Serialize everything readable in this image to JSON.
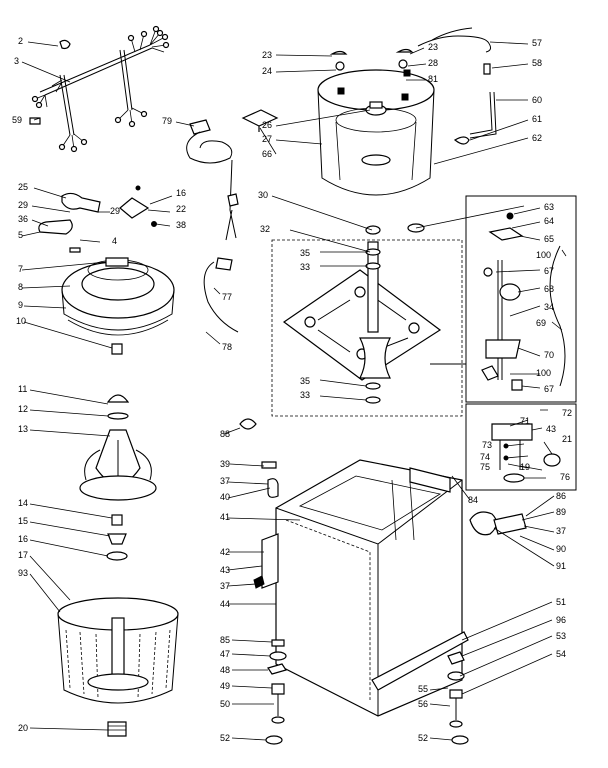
{
  "labels": [
    {
      "id": "p2",
      "text": "2"
    },
    {
      "id": "p3",
      "text": "3"
    },
    {
      "id": "p59",
      "text": "59"
    },
    {
      "id": "p25",
      "text": "25"
    },
    {
      "id": "p29a",
      "text": "29"
    },
    {
      "id": "p36",
      "text": "36"
    },
    {
      "id": "p5",
      "text": "5"
    },
    {
      "id": "p29b",
      "text": "29"
    },
    {
      "id": "p4",
      "text": "4"
    },
    {
      "id": "p7",
      "text": "7"
    },
    {
      "id": "p8",
      "text": "8"
    },
    {
      "id": "p9",
      "text": "9"
    },
    {
      "id": "p10",
      "text": "10"
    },
    {
      "id": "p16a",
      "text": "16"
    },
    {
      "id": "p22",
      "text": "22"
    },
    {
      "id": "p38",
      "text": "38"
    },
    {
      "id": "p79",
      "text": "79"
    },
    {
      "id": "p77",
      "text": "77"
    },
    {
      "id": "p78",
      "text": "78"
    },
    {
      "id": "p11",
      "text": "11"
    },
    {
      "id": "p12",
      "text": "12"
    },
    {
      "id": "p13",
      "text": "13"
    },
    {
      "id": "p14",
      "text": "14"
    },
    {
      "id": "p15",
      "text": "15"
    },
    {
      "id": "p16b",
      "text": "16"
    },
    {
      "id": "p17",
      "text": "17"
    },
    {
      "id": "p93",
      "text": "93"
    },
    {
      "id": "p20",
      "text": "20"
    },
    {
      "id": "p23a",
      "text": "23"
    },
    {
      "id": "p24",
      "text": "24"
    },
    {
      "id": "p26",
      "text": "26"
    },
    {
      "id": "p27",
      "text": "27"
    },
    {
      "id": "p66",
      "text": "66"
    },
    {
      "id": "p23b",
      "text": "23"
    },
    {
      "id": "p28",
      "text": "28"
    },
    {
      "id": "p81",
      "text": "81"
    },
    {
      "id": "p57",
      "text": "57"
    },
    {
      "id": "p58",
      "text": "58"
    },
    {
      "id": "p60",
      "text": "60"
    },
    {
      "id": "p61",
      "text": "61"
    },
    {
      "id": "p62",
      "text": "62"
    },
    {
      "id": "p30",
      "text": "30"
    },
    {
      "id": "p32",
      "text": "32"
    },
    {
      "id": "p35a",
      "text": "35"
    },
    {
      "id": "p33a",
      "text": "33"
    },
    {
      "id": "p35b",
      "text": "35"
    },
    {
      "id": "p33b",
      "text": "33"
    },
    {
      "id": "p63",
      "text": "63"
    },
    {
      "id": "p64",
      "text": "64"
    },
    {
      "id": "p65",
      "text": "65"
    },
    {
      "id": "p100a",
      "text": "100"
    },
    {
      "id": "p67a",
      "text": "67"
    },
    {
      "id": "p68",
      "text": "68"
    },
    {
      "id": "p34",
      "text": "34"
    },
    {
      "id": "p69",
      "text": "69"
    },
    {
      "id": "p70",
      "text": "70"
    },
    {
      "id": "p100b",
      "text": "100"
    },
    {
      "id": "p67b",
      "text": "67"
    },
    {
      "id": "p72",
      "text": "72"
    },
    {
      "id": "p71",
      "text": "71"
    },
    {
      "id": "p43b",
      "text": "43"
    },
    {
      "id": "p21",
      "text": "21"
    },
    {
      "id": "p73",
      "text": "73"
    },
    {
      "id": "p74",
      "text": "74"
    },
    {
      "id": "p75",
      "text": "75"
    },
    {
      "id": "p19",
      "text": "19"
    },
    {
      "id": "p76",
      "text": "76"
    },
    {
      "id": "p88",
      "text": "88"
    },
    {
      "id": "p39",
      "text": "39"
    },
    {
      "id": "p37a",
      "text": "37"
    },
    {
      "id": "p40",
      "text": "40"
    },
    {
      "id": "p84",
      "text": "84"
    },
    {
      "id": "p86",
      "text": "86"
    },
    {
      "id": "p89",
      "text": "89"
    },
    {
      "id": "p37b",
      "text": "37"
    },
    {
      "id": "p90",
      "text": "90"
    },
    {
      "id": "p91",
      "text": "91"
    },
    {
      "id": "p41",
      "text": "41"
    },
    {
      "id": "p42",
      "text": "42"
    },
    {
      "id": "p43a",
      "text": "43"
    },
    {
      "id": "p37c",
      "text": "37"
    },
    {
      "id": "p44",
      "text": "44"
    },
    {
      "id": "p85",
      "text": "85"
    },
    {
      "id": "p47",
      "text": "47"
    },
    {
      "id": "p48",
      "text": "48"
    },
    {
      "id": "p49",
      "text": "49"
    },
    {
      "id": "p50",
      "text": "50"
    },
    {
      "id": "p52a",
      "text": "52"
    },
    {
      "id": "p51",
      "text": "51"
    },
    {
      "id": "p96",
      "text": "96"
    },
    {
      "id": "p53",
      "text": "53"
    },
    {
      "id": "p54",
      "text": "54"
    },
    {
      "id": "p55",
      "text": "55"
    },
    {
      "id": "p56",
      "text": "56"
    },
    {
      "id": "p52b",
      "text": "52"
    }
  ]
}
